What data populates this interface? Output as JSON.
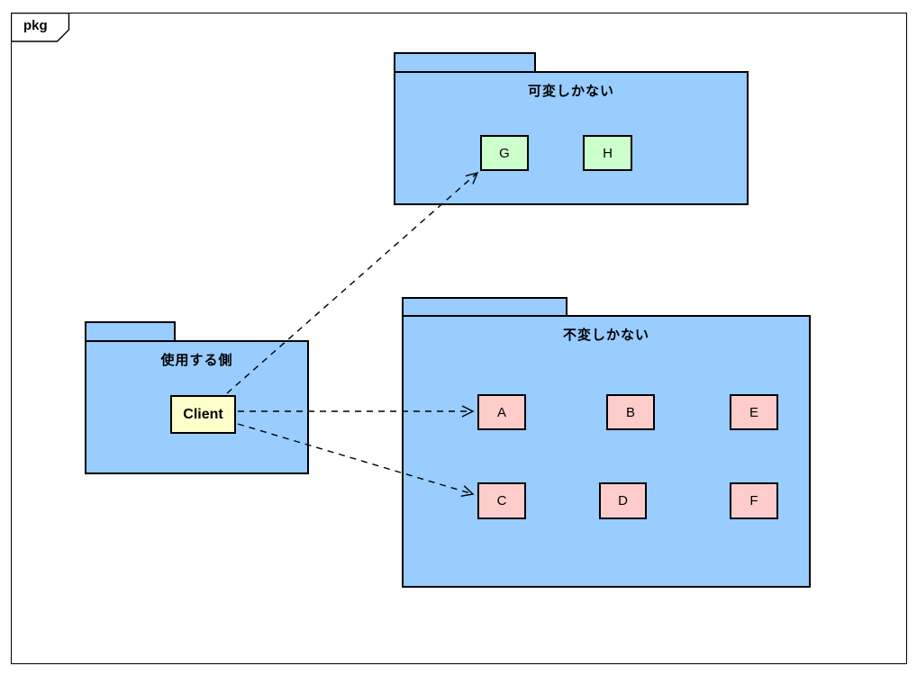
{
  "frame": {
    "label": "pkg"
  },
  "colors": {
    "background": "#FFFFFF",
    "package_fill": "#99CCFF",
    "border": "#000000",
    "class_green": "#CCFFCC",
    "class_pink": "#FFCCCC",
    "class_yellow": "#FFFFCC"
  },
  "packages": {
    "mutable": {
      "title": "可変しかない",
      "classes": {
        "g": "G",
        "h": "H"
      }
    },
    "user": {
      "title": "使用する側",
      "classes": {
        "client": "Client"
      }
    },
    "immutable": {
      "title": "不変しかない",
      "classes": {
        "a": "A",
        "b": "B",
        "e": "E",
        "c": "C",
        "d": "D",
        "f": "F"
      }
    }
  },
  "dependencies": [
    {
      "from": "Client",
      "to": "G",
      "line_style": "dashed",
      "arrowhead": "open"
    },
    {
      "from": "Client",
      "to": "A",
      "line_style": "dashed",
      "arrowhead": "open"
    },
    {
      "from": "Client",
      "to": "C",
      "line_style": "dashed",
      "arrowhead": "open"
    }
  ]
}
